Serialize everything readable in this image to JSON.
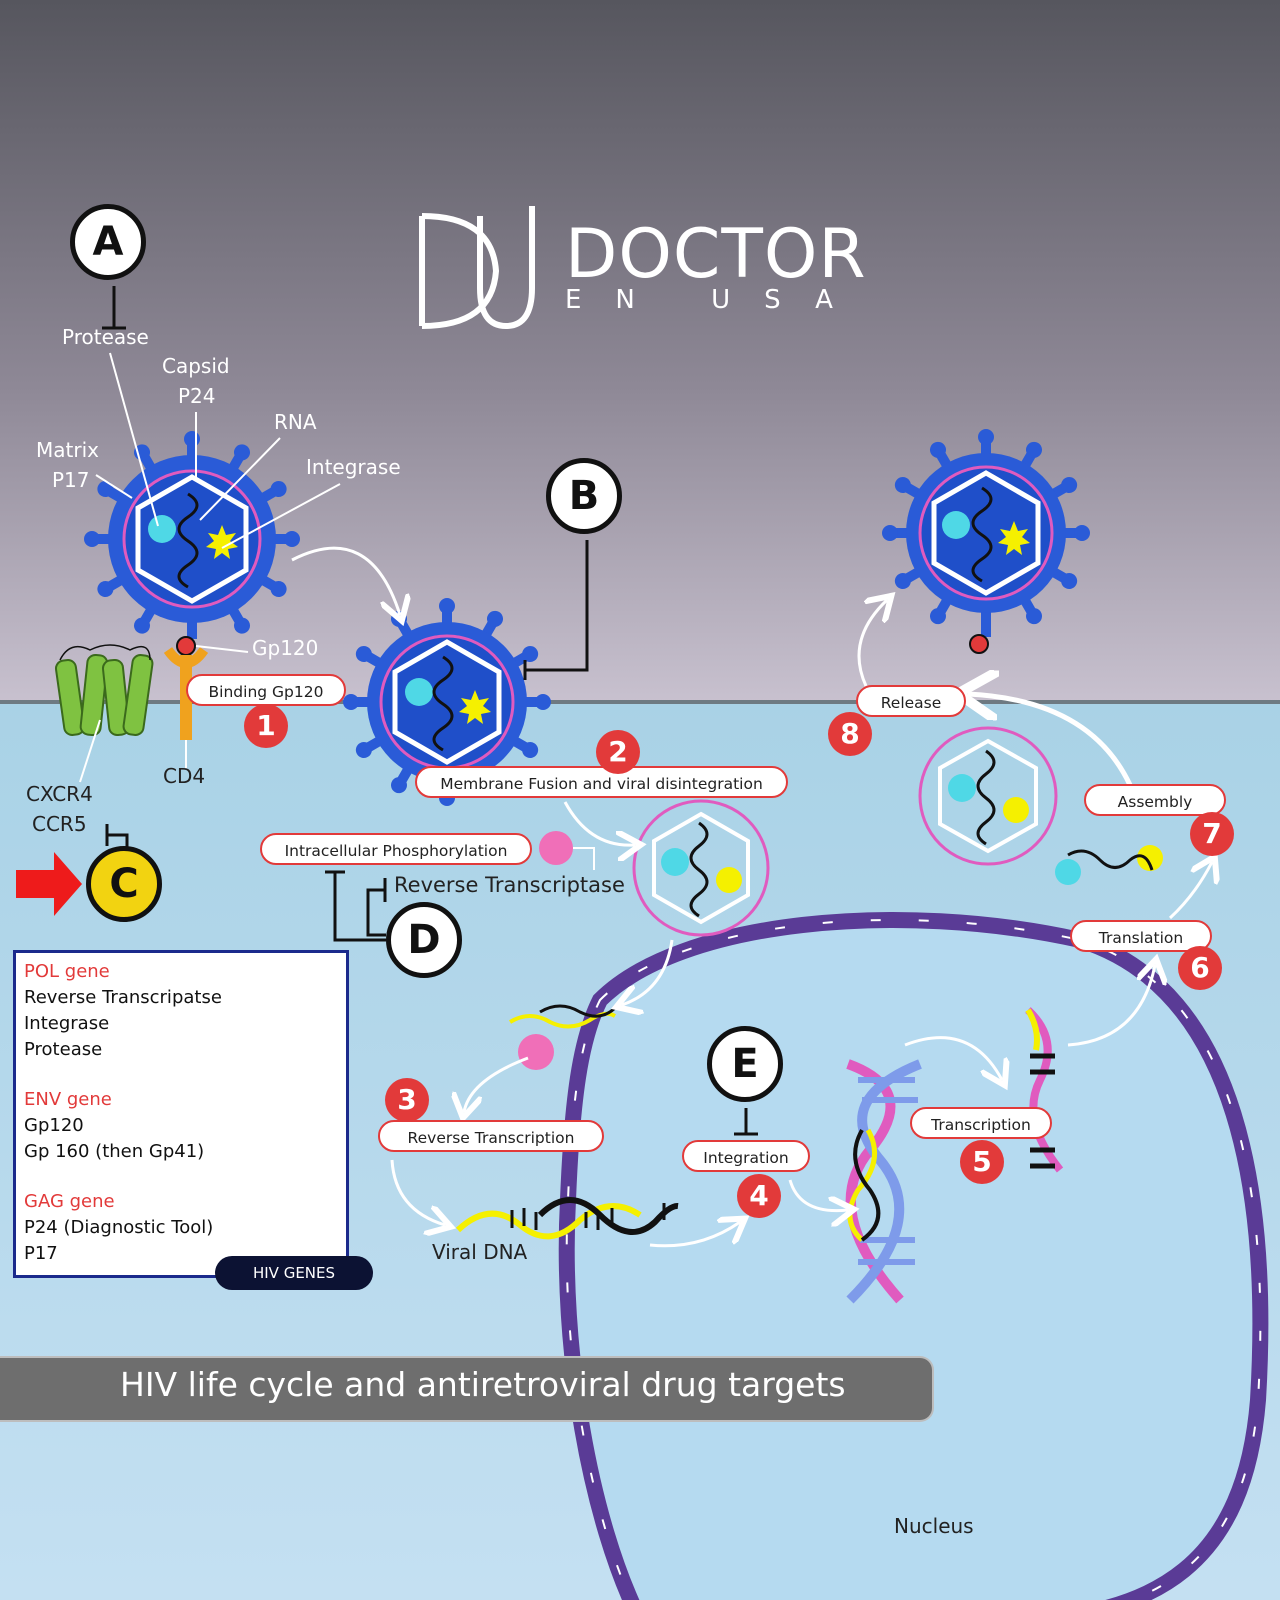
{
  "brand": {
    "name": "DOCTOR",
    "sub": "EN USA"
  },
  "title": "HIV life cycle and antiretroviral drug targets",
  "inhibitors": {
    "a": "A",
    "b": "B",
    "c": "C",
    "d": "D",
    "e": "E"
  },
  "virion_labels": {
    "protease": "Protease",
    "capsid": "Capsid",
    "p24": "P24",
    "rna": "RNA",
    "matrix": "Matrix",
    "p17": "P17",
    "integrase": "Integrase",
    "gp120": "Gp120",
    "cd4": "CD4",
    "cxcr4": "CXCR4",
    "ccr5": "CCR5"
  },
  "steps": [
    {
      "num": "1",
      "label": "Binding Gp120"
    },
    {
      "num": "2",
      "label": "Membrane Fusion and viral disintegration"
    },
    {
      "num": "3",
      "label": "Reverse Transcription"
    },
    {
      "num": "4",
      "label": "Integration"
    },
    {
      "num": "5",
      "label": "Transcription"
    },
    {
      "num": "6",
      "label": "Translation"
    },
    {
      "num": "7",
      "label": "Assembly"
    },
    {
      "num": "8",
      "label": "Release"
    }
  ],
  "other_labels": {
    "phosphorylation": "Intracellular Phosphorylation",
    "reverse_transcriptase": "Reverse Transcriptase",
    "viral_dna": "Viral DNA",
    "nucleus": "Nucleus"
  },
  "genes": {
    "tag": "HIV GENES",
    "groups": [
      {
        "name": "POL gene",
        "items": [
          "Reverse Transcripatse",
          "Integrase",
          "Protease"
        ]
      },
      {
        "name": "ENV gene",
        "items": [
          "Gp120",
          "Gp 160 (then Gp41)"
        ]
      },
      {
        "name": "GAG gene",
        "items": [
          "P24 (Diagnostic Tool)",
          "P17"
        ]
      }
    ]
  },
  "colors": {
    "accent_red": "#e23a3a",
    "virus_blue": "#2a5bd7",
    "capsid_pink": "#e05bbf",
    "nucleus_purple": "#5a3b96",
    "inhibitor_c_yellow": "#f2d311"
  }
}
